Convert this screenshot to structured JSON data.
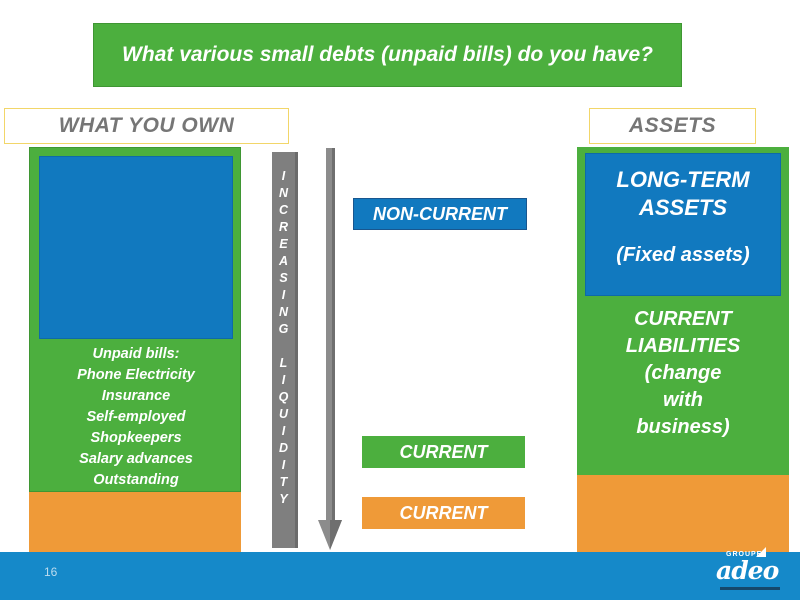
{
  "slide": {
    "title": "What various small debts (unpaid bills) do you have?",
    "page_number": "16"
  },
  "headers": {
    "left": "WHAT YOU OWN",
    "right": "ASSETS"
  },
  "left_column": {
    "list_lines": [
      "Unpaid bills:",
      "Phone Electricity",
      "Insurance",
      "Self-employed",
      "Shopkeepers",
      "Salary advances",
      "Outstanding"
    ]
  },
  "liquidity_bar": {
    "word_top": "INCREASING",
    "word_bottom": "LIQUIDITY",
    "letters_top": [
      "I",
      "N",
      "C",
      "R",
      "E",
      "A",
      "S",
      "I",
      "N",
      "G"
    ],
    "letters_bottom": [
      "L",
      "I",
      "Q",
      "U",
      "I",
      "D",
      "I",
      "T",
      "Y"
    ]
  },
  "middle_labels": {
    "non_current": "NON-CURRENT",
    "current_green": "CURRENT",
    "current_orange": "CURRENT"
  },
  "right_column": {
    "long_term_line1": "LONG-TERM",
    "long_term_line2": "ASSETS",
    "fixed_assets": "(Fixed assets)",
    "liabilities_lines": [
      "CURRENT",
      "LIABILITIES",
      "(change",
      "with",
      "business)"
    ]
  },
  "logo": {
    "top_text": "GROUPE",
    "main_text": "adeo"
  },
  "colors": {
    "green": "#4CAF3E",
    "blue": "#1179bf",
    "orange": "#EF9A38",
    "footer_blue": "#1589C9",
    "gray_bar": "#7f7f7f",
    "header_border": "#F2D669",
    "header_text": "#767676"
  }
}
